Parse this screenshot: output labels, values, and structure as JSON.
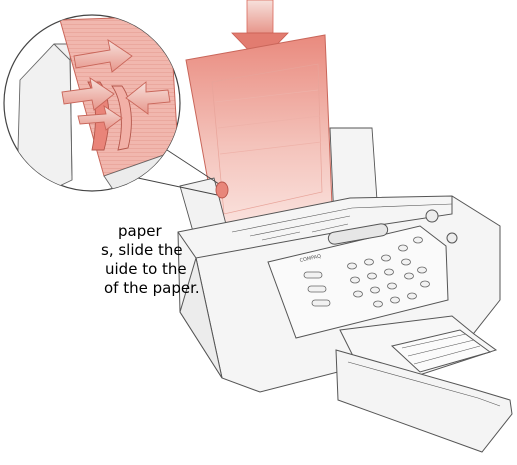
{
  "instruction_lines": [
    "paper",
    "s, slide the",
    "uide to the",
    "of the paper."
  ],
  "brand_label": "COMPAQ",
  "colors": {
    "paper_fill": "#f0b6ad",
    "paper_edge": "#d9685b",
    "arrow_fill": "#f3d4cf",
    "printer_body": "#f5f5f5",
    "printer_line": "#555555"
  },
  "icons": {
    "down_arrow": "feed-down-arrow-icon",
    "zoom_arrows": "guide-slide-arrows-icon"
  }
}
